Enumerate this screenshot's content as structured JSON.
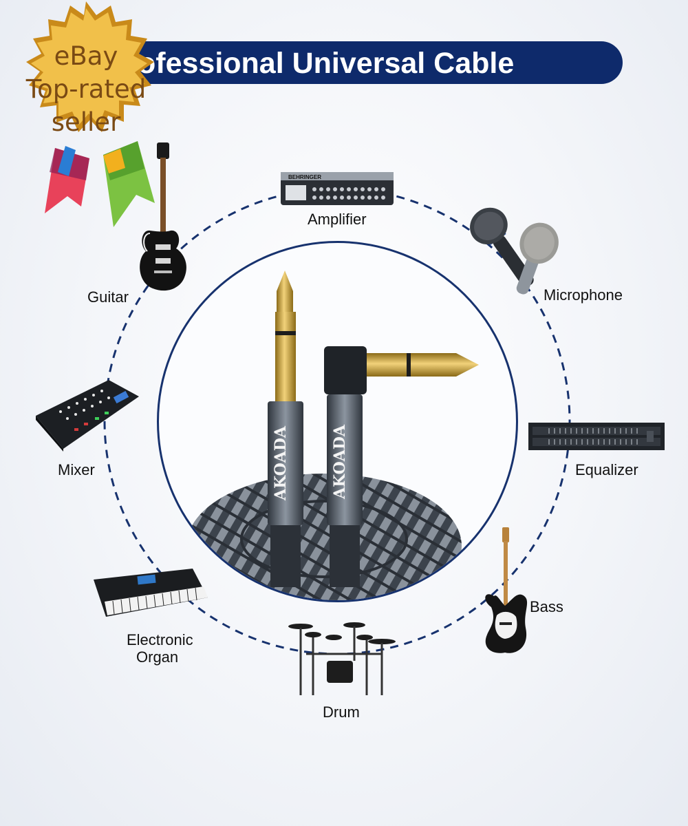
{
  "banner": {
    "title": "ofessional Universal Cable"
  },
  "badge": {
    "line1": "eBay",
    "line2": "Top-rated",
    "line3": "seller"
  },
  "brand": {
    "plug_text": "AKOADA",
    "amp_text": "BEHRINGER"
  },
  "devices": [
    {
      "name": "Amplifier",
      "icon": "amplifier-icon"
    },
    {
      "name": "Microphone",
      "icon": "microphone-icon"
    },
    {
      "name": "Equalizer",
      "icon": "equalizer-icon"
    },
    {
      "name": "Bass",
      "icon": "bass-guitar-icon"
    },
    {
      "name": "Drum",
      "icon": "drum-kit-icon"
    },
    {
      "name": "Electronic\nOrgan",
      "line1": "Electronic",
      "line2": "Organ",
      "icon": "keyboard-icon"
    },
    {
      "name": "Mixer",
      "icon": "mixer-icon"
    },
    {
      "name": "Guitar",
      "icon": "guitar-icon"
    }
  ],
  "colors": {
    "banner": "#0e2a6b",
    "ring_dash": "#17326e",
    "badge_gold": "#e9a92a",
    "plug_gold": "#c9a033",
    "cable_gray": "#5b6470"
  }
}
